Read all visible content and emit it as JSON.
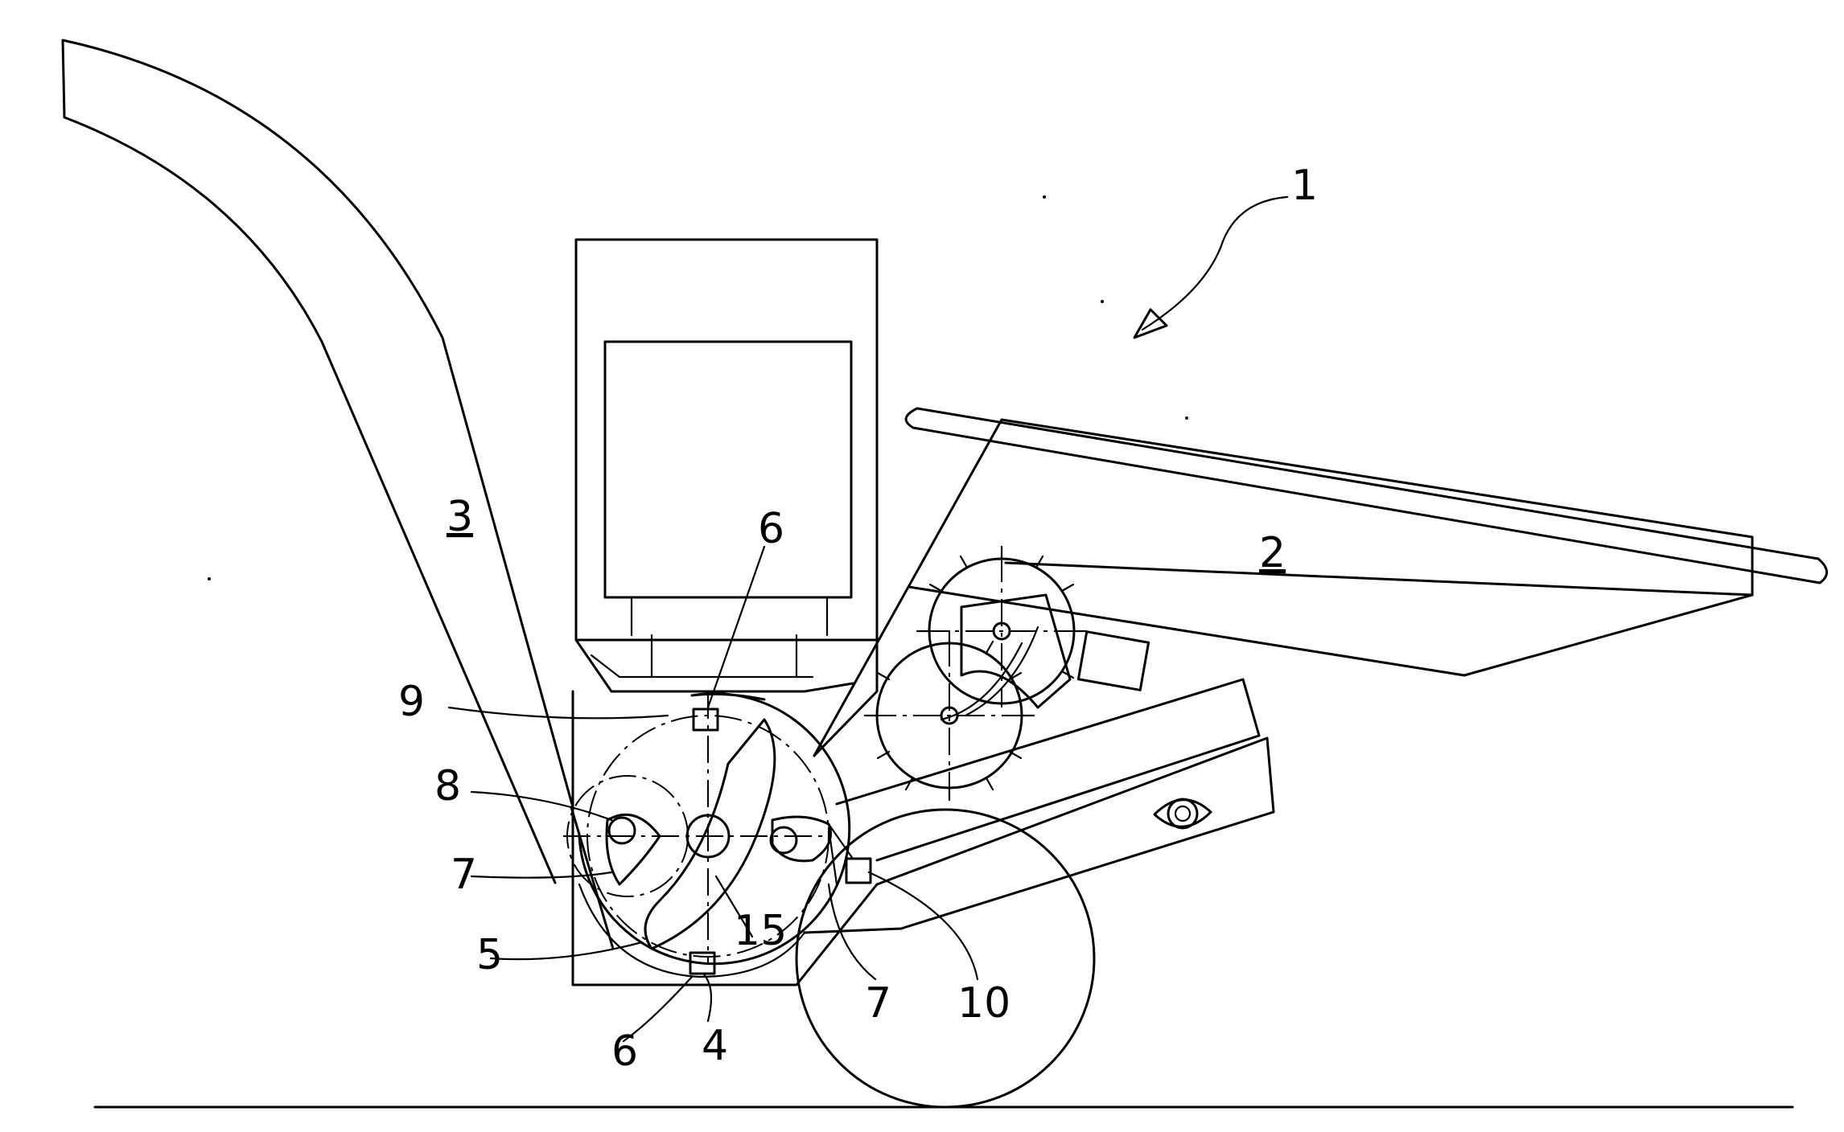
{
  "labels": {
    "machine": "1",
    "hopper": "2",
    "chute": "3",
    "housing": "4",
    "rotor": "5",
    "blade_top": "6",
    "blade_bottom": "6",
    "hammer_left": "7",
    "hammer_right": "7",
    "pivot": "8",
    "rotor_circle": "9",
    "counter_knife": "10",
    "rotor_hub": "15"
  }
}
